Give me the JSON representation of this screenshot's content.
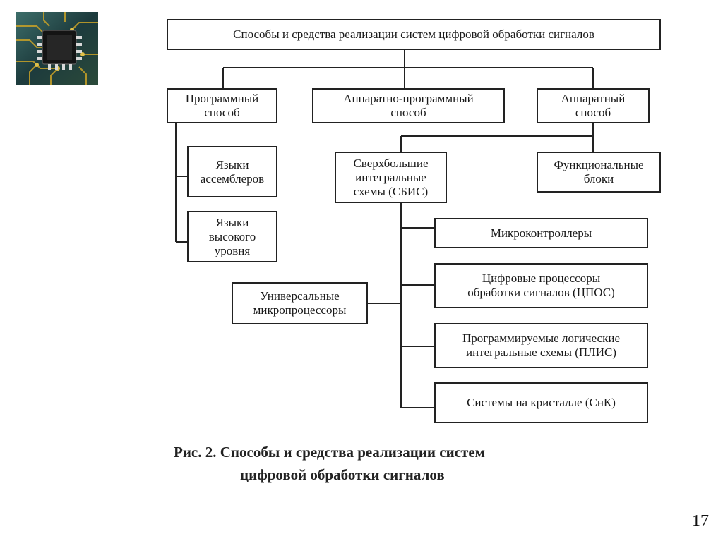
{
  "diagram": {
    "root": "Способы и средства реализации систем цифровой обработки сигналов",
    "methods": {
      "software": "Программный\nспособ",
      "hardware_software": "Аппаратно-программный\nспособ",
      "hardware": "Аппаратный\nспособ"
    },
    "software_children": {
      "assembler": "Языки\nассемблеров",
      "high_level": "Языки\nвысокого\nуровня"
    },
    "vlsi": "Сверхбольшие\nинтегральные\nсхемы (СБИС)",
    "functional_blocks": "Функциональные\nблоки",
    "universal_mp": "Универсальные\nмикропроцессоры",
    "vlsi_children": {
      "microcontrollers": "Микроконтроллеры",
      "dsp": "Цифровые процессоры\nобработки сигналов (ЦПОС)",
      "fpga": "Программируемые логические\nинтегральные схемы (ПЛИС)",
      "soc": "Системы на кристалле (СнК)"
    }
  },
  "caption": {
    "line1": "Рис. 2. Способы и средства реализации систем",
    "line2": "цифровой обработки сигналов"
  },
  "page_number": "17",
  "colors": {
    "line": "#222222",
    "logo_bg": "#1b3a3a",
    "logo_gold": "#c9a227"
  }
}
